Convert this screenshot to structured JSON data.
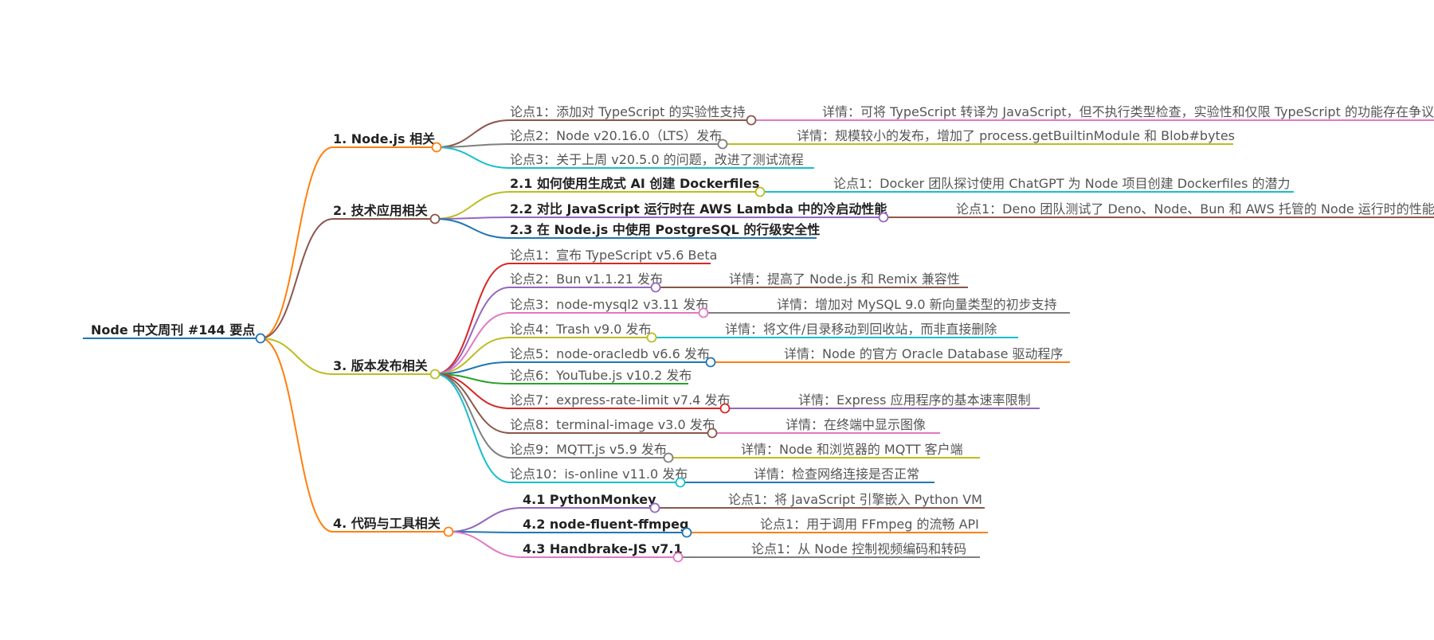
{
  "root": {
    "label": "Node 中文周刊 #144 要点",
    "color": "#1f77b4"
  },
  "branches": [
    {
      "label": "1. Node.js 相关",
      "color": "#ff7f0e",
      "children": [
        {
          "label": "论点1：添加对 TypeScript 的实验性支持",
          "color": "#8c564b",
          "detail": {
            "label": "详情：可将 TypeScript 转译为 JavaScript，但不执行类型检查，实验性和仅限 TypeScript 的功能存在争议",
            "color": "#e377c2"
          }
        },
        {
          "label": "论点2：Node v20.16.0（LTS）发布",
          "color": "#7f7f7f",
          "detail": {
            "label": "详情：规模较小的发布，增加了 process.getBuiltinModule 和 Blob#bytes",
            "color": "#bcbd22"
          }
        },
        {
          "label": "论点3：关于上周 v20.5.0 的问题，改进了测试流程",
          "color": "#17becf"
        }
      ]
    },
    {
      "label": "2. 技术应用相关",
      "color": "#8c564b",
      "children": [
        {
          "label": "2.1 如何使用生成式 AI 创建 Dockerfiles",
          "color": "#bcbd22",
          "bold": true,
          "detail": {
            "label": "论点1：Docker 团队探讨使用 ChatGPT 为 Node 项目创建 Dockerfiles 的潜力",
            "color": "#17becf"
          }
        },
        {
          "label": "2.2 对比 JavaScript 运行时在 AWS Lambda 中的冷启动性能",
          "color": "#9467bd",
          "bold": true,
          "detail": {
            "label": "论点1：Deno 团队测试了 Deno、Node、Bun 和 AWS 托管的 Node 运行时的性能",
            "color": "#8c564b"
          }
        },
        {
          "label": "2.3 在 Node.js 中使用 PostgreSQL 的行级安全性",
          "color": "#1f77b4",
          "bold": true
        }
      ]
    },
    {
      "label": "3. 版本发布相关",
      "color": "#bcbd22",
      "children": [
        {
          "label": "论点1：宣布 TypeScript v5.6 Beta",
          "color": "#d62728"
        },
        {
          "label": "论点2：Bun v1.1.21 发布",
          "color": "#9467bd",
          "detail": {
            "label": "详情：提高了 Node.js 和 Remix 兼容性",
            "color": "#8c564b"
          }
        },
        {
          "label": "论点3：node-mysql2 v3.11 发布",
          "color": "#e377c2",
          "detail": {
            "label": "详情：增加对 MySQL 9.0 新向量类型的初步支持",
            "color": "#7f7f7f"
          }
        },
        {
          "label": "论点4：Trash v9.0 发布",
          "color": "#bcbd22",
          "detail": {
            "label": "详情：将文件/目录移动到回收站，而非直接删除",
            "color": "#17becf"
          }
        },
        {
          "label": "论点5：node-oracledb v6.6 发布",
          "color": "#1f77b4",
          "detail": {
            "label": "详情：Node 的官方 Oracle Database 驱动程序",
            "color": "#ff7f0e"
          }
        },
        {
          "label": "论点6：YouTube.js v10.2 发布",
          "color": "#2ca02c"
        },
        {
          "label": "论点7：express-rate-limit v7.4 发布",
          "color": "#d62728",
          "detail": {
            "label": "详情：Express 应用程序的基本速率限制",
            "color": "#9467bd"
          }
        },
        {
          "label": "论点8：terminal-image v3.0 发布",
          "color": "#8c564b",
          "detail": {
            "label": "详情：在终端中显示图像",
            "color": "#e377c2"
          }
        },
        {
          "label": "论点9：MQTT.js v5.9 发布",
          "color": "#7f7f7f",
          "detail": {
            "label": "详情：Node 和浏览器的 MQTT 客户端",
            "color": "#bcbd22"
          }
        },
        {
          "label": "论点10：is-online v11.0 发布",
          "color": "#17becf",
          "detail": {
            "label": "详情：检查网络连接是否正常",
            "color": "#1f77b4"
          }
        }
      ]
    },
    {
      "label": "4. 代码与工具相关",
      "color": "#ff7f0e",
      "children": [
        {
          "label": "4.1 PythonMonkey",
          "color": "#9467bd",
          "bold": true,
          "detail": {
            "label": "论点1：将 JavaScript 引擎嵌入 Python VM",
            "color": "#8c564b"
          }
        },
        {
          "label": "4.2 node-fluent-ffmpeg",
          "color": "#1f77b4",
          "bold": true,
          "detail": {
            "label": "论点1：用于调用 FFmpeg 的流畅 API",
            "color": "#ff7f0e"
          }
        },
        {
          "label": "4.3 Handbrake-JS v7.1",
          "color": "#e377c2",
          "bold": true,
          "detail": {
            "label": "论点1：从 Node 控制视频编码和转码",
            "color": "#7f7f7f"
          }
        }
      ]
    }
  ]
}
